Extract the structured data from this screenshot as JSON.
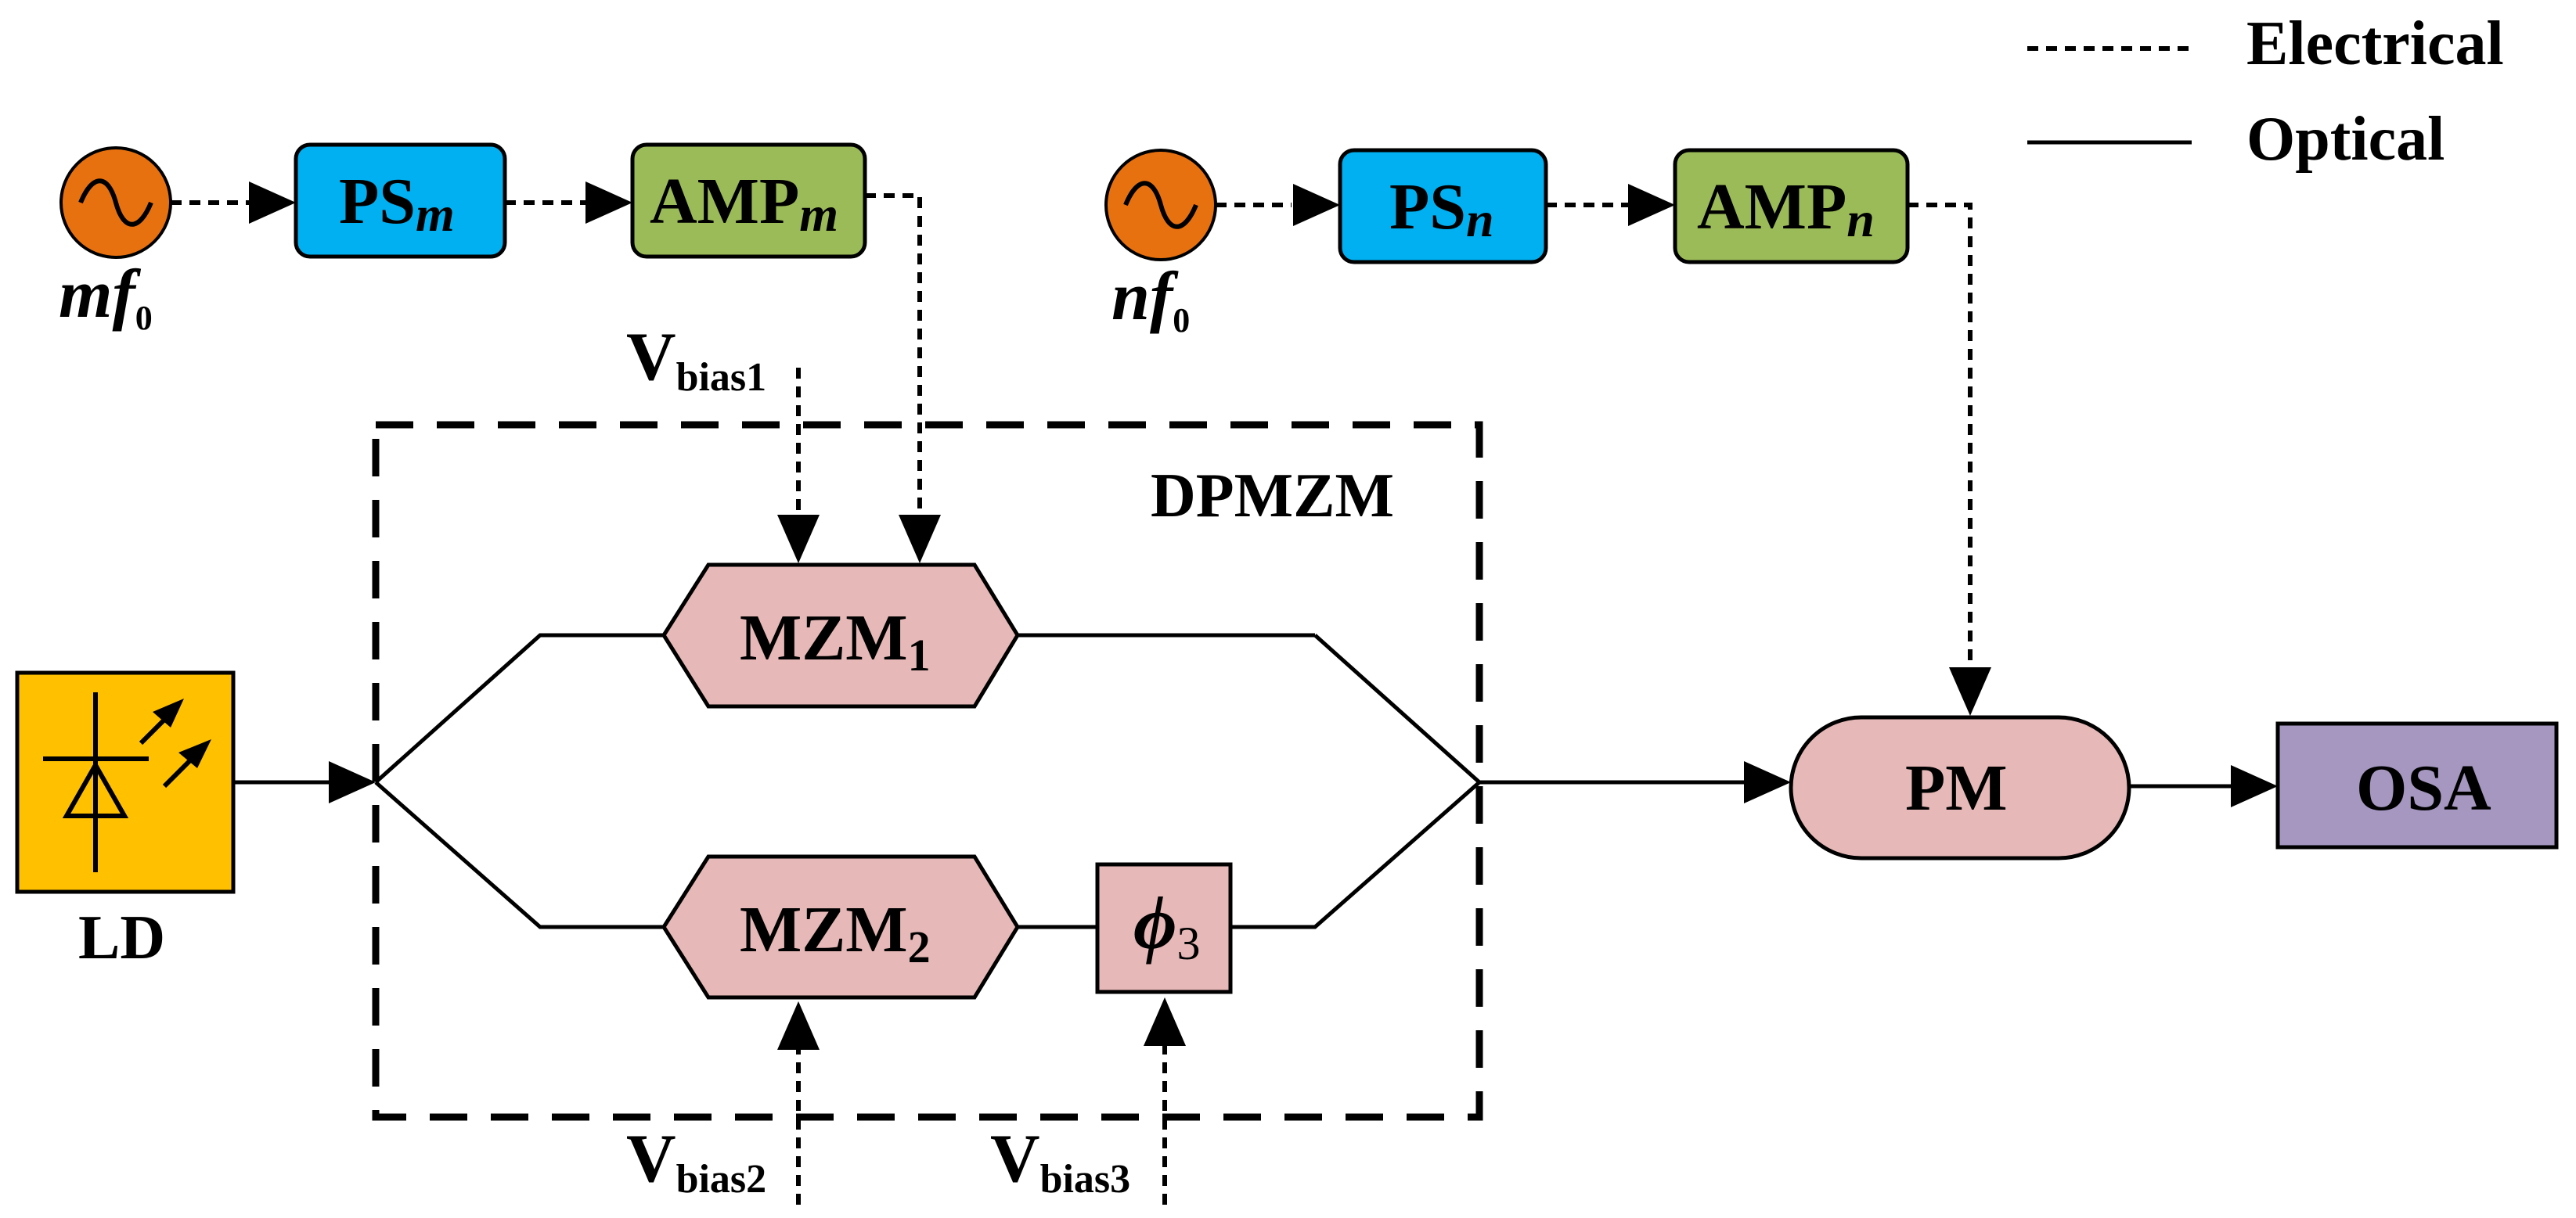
{
  "legend": {
    "electrical": "Electrical",
    "optical": "Optical"
  },
  "sources": {
    "m": {
      "label_main": "mf",
      "label_sub": "0"
    },
    "n": {
      "label_main": "nf",
      "label_sub": "0"
    }
  },
  "blocks": {
    "ps_m": {
      "main": "PS",
      "sub": "m"
    },
    "amp_m": {
      "main": "AMP",
      "sub": "m"
    },
    "ps_n": {
      "main": "PS",
      "sub": "n"
    },
    "amp_n": {
      "main": "AMP",
      "sub": "n"
    },
    "mzm1": {
      "main": "MZM",
      "sub": "1"
    },
    "mzm2": {
      "main": "MZM",
      "sub": "2"
    },
    "phase": {
      "main": "ϕ",
      "sub": "3"
    },
    "pm": "PM",
    "osa": "OSA",
    "ld": "LD",
    "dpmzm": "DPMZM"
  },
  "bias": {
    "v1": {
      "main": "V",
      "sub": "bias1"
    },
    "v2": {
      "main": "V",
      "sub": "bias2"
    },
    "v3": {
      "main": "V",
      "sub": "bias3"
    }
  },
  "colors": {
    "source": "#E8710F",
    "ps": "#00B0F0",
    "amp": "#9BBB59",
    "mzm": "#E6B8B7",
    "osa": "#A597C0",
    "ld": "#FFC000"
  }
}
